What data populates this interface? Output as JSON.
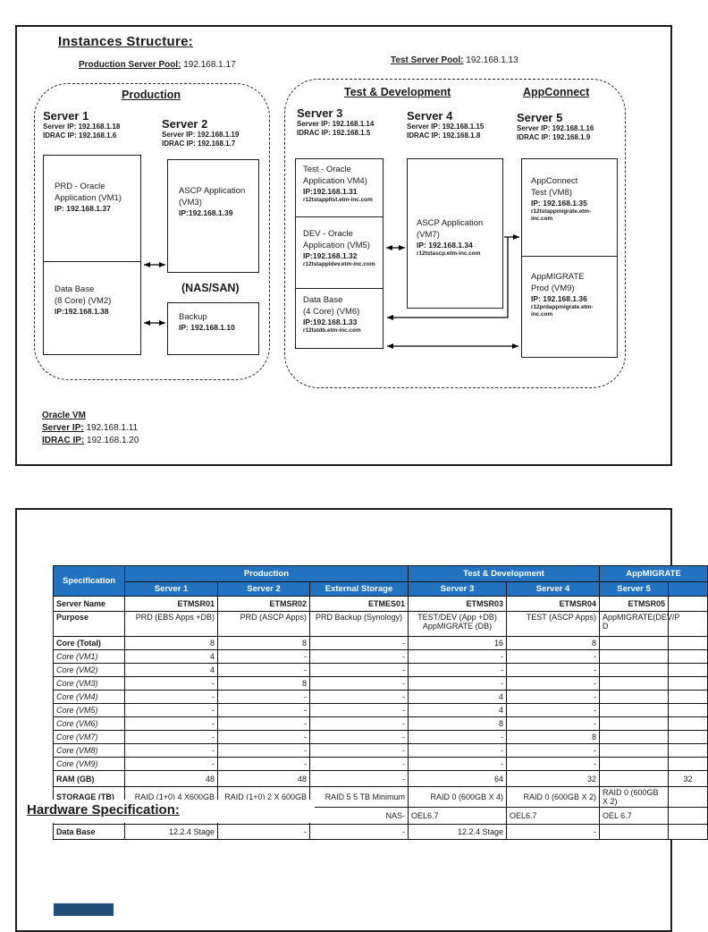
{
  "colors": {
    "table_header_bg": "#2173C2",
    "footer_bar": "#1F4E79",
    "border": "#111111"
  },
  "diagram": {
    "title": "Instances Structure:",
    "production_pool_label": "Production Server Pool:",
    "production_pool_ip": " 192.168.1.17",
    "test_pool_label": "Test Server Pool:",
    "test_pool_ip": " 192.168.1.13",
    "production": {
      "title": "Production",
      "server1": {
        "name": "Server 1",
        "server_ip": "Server IP: 192.168.1.18",
        "idrac_ip": "IDRAC IP: 192.168.1.6"
      },
      "server2": {
        "name": "Server 2",
        "server_ip": "Server IP: 192.168.1.19",
        "idrac_ip": "IDRAC IP: 192.168.1.7"
      },
      "vm1_box": {
        "line1": "PRD - Oracle",
        "line2": "Application (VM1)",
        "ip": "IP: 192.168.1.37"
      },
      "vm2_box": {
        "line1": "Data Base",
        "line2": "(8 Core) (VM2)",
        "ip": "IP:192.168.1.38"
      },
      "vm3_box": {
        "line1": "ASCP Application",
        "line2": "(VM3)",
        "ip": "IP:192.168.1.39"
      },
      "nas_label": "(NAS/SAN)",
      "backup_box": {
        "line1": "Backup",
        "ip": "IP: 192.168.1.10"
      }
    },
    "testdev": {
      "title": "Test & Development",
      "appconnect_title": "AppConnect",
      "server3": {
        "name": "Server 3",
        "server_ip": "Server IP: 192.168.1.14",
        "idrac_ip": "IDRAC IP: 192.168.1.5"
      },
      "server4": {
        "name": "Server 4",
        "server_ip": "Server IP: 192.168.1.15",
        "idrac_ip": "IDRAC IP: 192.168.1.8"
      },
      "server5": {
        "name": "Server 5",
        "server_ip": "Server IP: 192.168.1.16",
        "idrac_ip": "IDRAC IP: 192.168.1.9"
      },
      "vm4_box": {
        "line1": "Test - Oracle",
        "line2": "Application VM4)",
        "ip": "IP:192.168.1.31",
        "host": "r12tstappltst.etm-inc.com"
      },
      "vm5_box": {
        "line1": "DEV - Oracle",
        "line2": "Application (VM5)",
        "ip": "IP:192.168.1.32",
        "host": "r12tstappldev.etm-inc.com"
      },
      "vm6_box": {
        "line1": "Data Base",
        "line2": "(4 Core) (VM6)",
        "ip": "IP:192.168.1.33",
        "host": "r12tstdb.etm-inc.com"
      },
      "vm7_box": {
        "line1": "ASCP Application",
        "line2": "(VM7)",
        "ip": "IP: 192.168.1.34",
        "host": "r12tstascp.etm-inc.com"
      },
      "vm8_box": {
        "line1": "AppConnect",
        "line2": "Test (VM8)",
        "ip": "IP: 192.168.1.35",
        "host": "r12tstappmigrate.etm-inc.com"
      },
      "vm9_box": {
        "line1": "AppMIGRATE",
        "line2": "Prod (VM9)",
        "ip": "IP: 192.168.1.36",
        "host": "r12prdappmigrate.etm-inc.com"
      }
    },
    "oracle_vm_note": {
      "title": "Oracle VM",
      "server_ip_label": "Server IP:",
      "server_ip": " 192.168.1.11",
      "idrac_ip_label": "IDRAC IP:",
      "idrac_ip": " 192.168.1.20"
    }
  },
  "hardware": {
    "title": "Hardware Specification:",
    "table": {
      "spec_header": "Specification",
      "groups": [
        {
          "label": "Production",
          "span": 3
        },
        {
          "label": "Test & Development",
          "span": 2
        },
        {
          "label": "AppMIGRATE",
          "span": 2
        }
      ],
      "columns": [
        "Server 1",
        "Server 2",
        "External Storage",
        "Server 3",
        "Server 4",
        "Server 5",
        ""
      ],
      "rows": [
        {
          "label": "Server Name",
          "style": "bold",
          "cells": [
            "ETMSR01",
            "ETMSR02",
            "ETMES01",
            "ETMSR03",
            "ETMSR04",
            "ETMSR05",
            ""
          ]
        },
        {
          "label": "Purpose",
          "style": "bold",
          "cells": [
            "PRD (EBS Apps +DB)",
            "PRD (ASCP Apps)",
            "PRD Backup (Synology)",
            "TEST/DEV (App +DB)\nAppMIGRATE (DB)",
            "TEST (ASCP Apps)",
            "AppMIGRATE(DEV/P\nD",
            ""
          ]
        },
        {
          "label": "Core (Total)",
          "style": "bold",
          "cells": [
            "8",
            "8",
            "-",
            "16",
            "8",
            "",
            ""
          ]
        },
        {
          "label": "Core (VM1)",
          "style": "italic",
          "cells": [
            "4",
            "-",
            "-",
            "-",
            "-",
            "",
            ""
          ]
        },
        {
          "label": "Core (VM2)",
          "style": "italic",
          "cells": [
            "4",
            "-",
            "-",
            "-",
            "-",
            "",
            ""
          ]
        },
        {
          "label": "Core (VM3)",
          "style": "italic",
          "cells": [
            "-",
            "8",
            "-",
            "-",
            "-",
            "",
            ""
          ]
        },
        {
          "label": "Core (VM4)",
          "style": "italic",
          "cells": [
            "-",
            "-",
            "-",
            "4",
            "-",
            "",
            ""
          ]
        },
        {
          "label": "Core (VM5)",
          "style": "italic",
          "cells": [
            "-",
            "-",
            "-",
            "4",
            "-",
            "",
            ""
          ]
        },
        {
          "label": "Core (VM6)",
          "style": "italic",
          "cells": [
            "-",
            "-",
            "-",
            "8",
            "-",
            "",
            ""
          ]
        },
        {
          "label": "Core (VM7)",
          "style": "italic",
          "cells": [
            "-",
            "-",
            "-",
            "-",
            "8",
            "",
            ""
          ]
        },
        {
          "label": "Core (VM8)",
          "style": "italic",
          "cells": [
            "-",
            "-",
            "-",
            "-",
            "-",
            "",
            ""
          ]
        },
        {
          "label": "Core (VM9)",
          "style": "italic",
          "cells": [
            "-",
            "-",
            "-",
            "-",
            "-",
            "",
            ""
          ]
        },
        {
          "label": "RAM (GB)",
          "style": "bold",
          "cells": [
            "48",
            "48",
            "-",
            "64",
            "32",
            "",
            "32"
          ]
        },
        {
          "label": "STORAGE (TB)",
          "style": "bold",
          "cells": [
            "RAID (1+0) 4 X600GB",
            "RAID (1+0) 2 X 600GB",
            "RAID 5 5 TB Minimum",
            "RAID 0 (600GB X 4)",
            "RAID 0 (600GB X 2)",
            "RAID 0 (600GB X 2)",
            ""
          ]
        },
        {
          "label": "",
          "style": "plain",
          "cells": [
            "",
            "",
            "NAS-",
            "OEL6.7",
            "OEL6.7",
            "OEL 6.7",
            ""
          ]
        },
        {
          "label": "Data Base",
          "style": "bold",
          "cells": [
            "12.2.4 Stage",
            "-",
            "-",
            "12.2.4 Stage",
            "-",
            "",
            ""
          ]
        }
      ]
    }
  }
}
